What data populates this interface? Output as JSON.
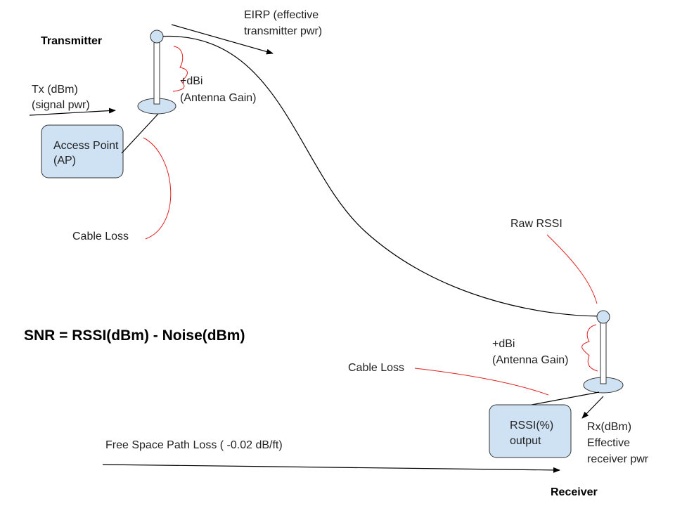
{
  "colors": {
    "box_fill": "#cfe2f3",
    "annotation_red": "#e02020",
    "line_black": "#000000"
  },
  "labels": {
    "transmitter": "Transmitter",
    "eirp_line1": "EIRP (effective",
    "eirp_line2": "transmitter pwr)",
    "tx_line1": "Tx (dBm)",
    "tx_line2": "(signal pwr)",
    "tx_gain_line1": "+dBi",
    "tx_gain_line2": "(Antenna Gain)",
    "ap_line1": "Access Point",
    "ap_line2": "(AP)",
    "cable_loss_tx": "Cable Loss",
    "raw_rssi": "Raw RSSI",
    "snr_formula": "SNR = RSSI(dBm) - Noise(dBm)",
    "rx_gain_line1": "+dBi",
    "rx_gain_line2": "(Antenna Gain)",
    "cable_loss_rx": "Cable Loss",
    "rssi_line1": "RSSI(%)",
    "rssi_line2": "output",
    "rx_line1": "Rx(dBm)",
    "rx_line2": "Effective",
    "rx_line3": "receiver pwr",
    "fspl": "Free Space Path Loss ( -0.02 dB/ft)",
    "receiver": "Receiver"
  }
}
